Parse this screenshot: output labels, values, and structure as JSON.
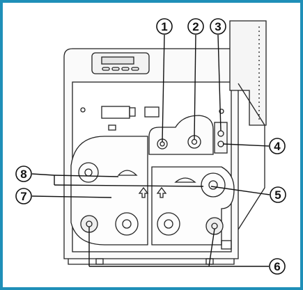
{
  "figure": {
    "description_free": true,
    "border_color": "#1f8fb8",
    "line_color": "#222222",
    "callouts": [
      {
        "id": "1",
        "label": "1"
      },
      {
        "id": "2",
        "label": "2"
      },
      {
        "id": "3",
        "label": "3"
      },
      {
        "id": "4",
        "label": "4"
      },
      {
        "id": "5",
        "label": "5"
      },
      {
        "id": "6",
        "label": "6"
      },
      {
        "id": "7",
        "label": "7"
      },
      {
        "id": "8",
        "label": "8"
      }
    ]
  }
}
